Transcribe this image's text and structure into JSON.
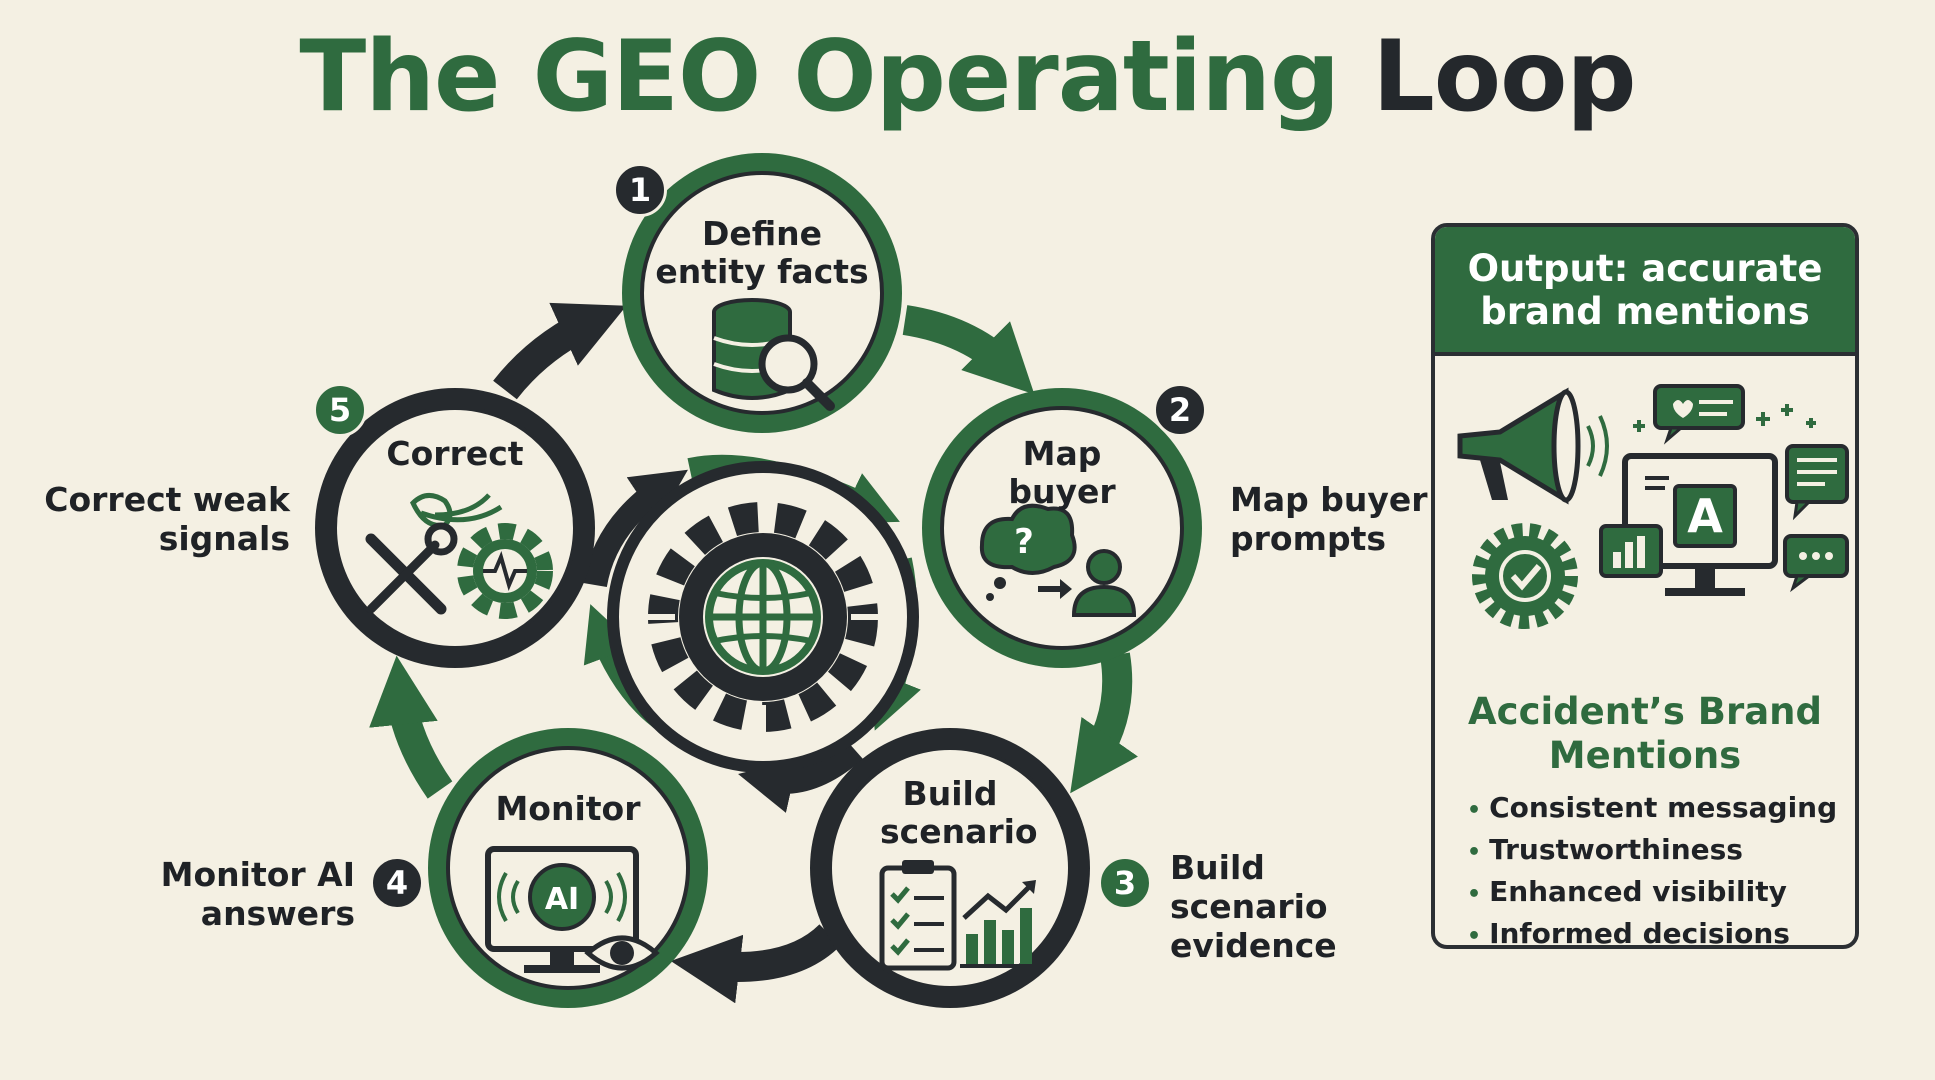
{
  "title": {
    "part1": "The GEO Operating",
    "part2": "Loop"
  },
  "colors": {
    "green": "#2f6b3f",
    "dark": "#262a2e",
    "background": "#f4f0e3"
  },
  "center": {
    "icon": "globe-gear-icon"
  },
  "steps": [
    {
      "number": "1",
      "title": "Define entity facts",
      "label": "",
      "icon": "database-search-icon"
    },
    {
      "number": "2",
      "title": "Map buyer",
      "label": "Map buyer prompts",
      "icon": "question-to-person-icon"
    },
    {
      "number": "3",
      "title": "Build scenario",
      "label": "Build scenario evidence",
      "icon": "checklist-chart-icon"
    },
    {
      "number": "4",
      "title": "Monitor",
      "label": "Monitor AI answers",
      "icon": "monitor-ai-eye-icon",
      "icon_text": "AI"
    },
    {
      "number": "5",
      "title": "Correct",
      "label": "Correct weak signals",
      "icon": "wrench-gear-icon"
    }
  ],
  "panel": {
    "header": "Output: accurate brand mentions",
    "icons": [
      "megaphone-icon",
      "verified-badge-icon",
      "monitor-brand-chat-icon"
    ],
    "brand_letter": "A",
    "subtitle": "Accident’s Brand Mentions",
    "benefits": [
      "Consistent messaging",
      "Trustworthiness",
      "Enhanced visibility",
      "Informed decisions"
    ]
  }
}
